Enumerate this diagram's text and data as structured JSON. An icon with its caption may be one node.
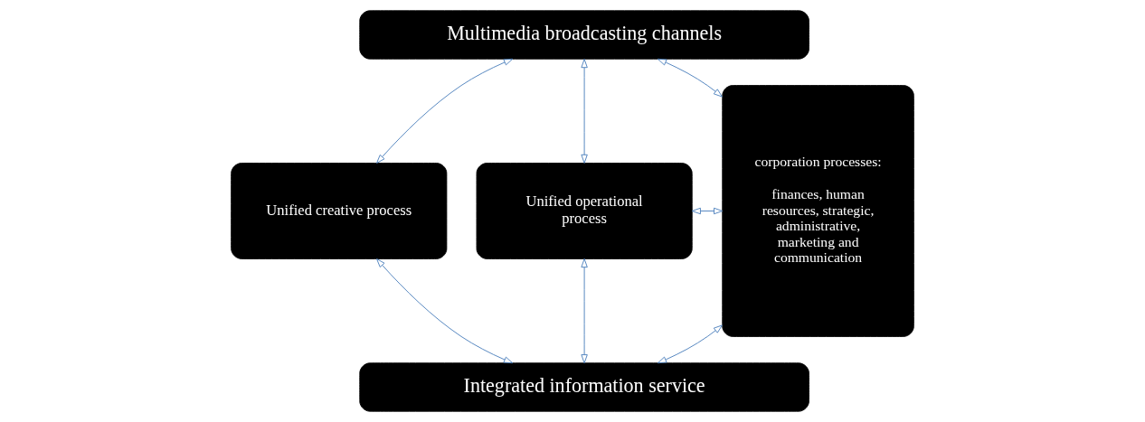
{
  "diagram": {
    "nodes": [
      {
        "text": [
          "Multimedia broadcasting channels"
        ]
      },
      {
        "text": [
          "Unified creative process"
        ]
      },
      {
        "text": [
          "Unified operational process"
        ]
      },
      {
        "text": [
          "Integrated information service"
        ]
      },
      {
        "text": [
          "corporation processes:",
          "finances, human resources, strategic, administrative, marketing and communication"
        ]
      }
    ],
    "edges": [
      {
        "from": 0,
        "to": 1,
        "arrow": "both"
      },
      {
        "from": 0,
        "to": 2,
        "arrow": "both"
      },
      {
        "from": 0,
        "to": 4,
        "arrow": "both"
      },
      {
        "from": 1,
        "to": 3,
        "arrow": "both"
      },
      {
        "from": 2,
        "to": 3,
        "arrow": "both"
      },
      {
        "from": 2,
        "to": 4,
        "arrow": "both"
      },
      {
        "from": 3,
        "to": 4,
        "arrow": "both"
      }
    ]
  }
}
